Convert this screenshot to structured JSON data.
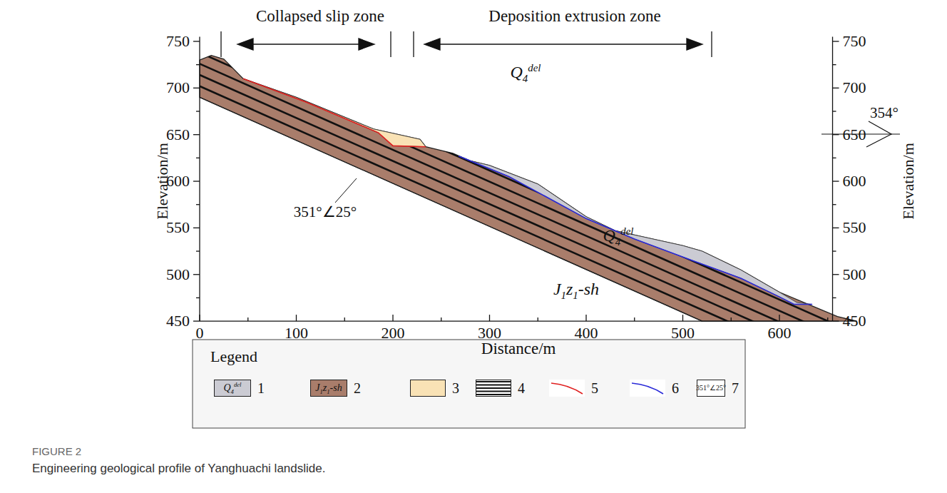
{
  "diagram": {
    "title": "FIGURE 2",
    "caption": "Engineering geological profile of Yanghuachi landslide.",
    "labels": [
      "Collapsed slip zone",
      "Deposition extrusion zone",
      "750",
      "700",
      "650",
      "600",
      "550",
      "500",
      "450",
      "750",
      "700",
      "650",
      "600",
      "550",
      "500",
      "450",
      "Elevation/m",
      "Elevation/m",
      "0",
      "100",
      "200",
      "300",
      "400",
      "500",
      "600",
      "Distance/m",
      "Q4del",
      "Q4del",
      "351°∠25°",
      "J1z1-sh",
      "354°",
      "Legend",
      "Q4del",
      "J1z1-sh",
      "351°∠25°"
    ],
    "legend": [
      {
        "text": "1",
        "color": "#cbcbd3"
      },
      {
        "text": "2",
        "color": "#a97d6b"
      },
      {
        "text": "3",
        "color": "#f9e2b5"
      },
      {
        "text": "4"
      },
      {
        "text": "5"
      },
      {
        "text": "6"
      },
      {
        "text": "7"
      }
    ]
  }
}
